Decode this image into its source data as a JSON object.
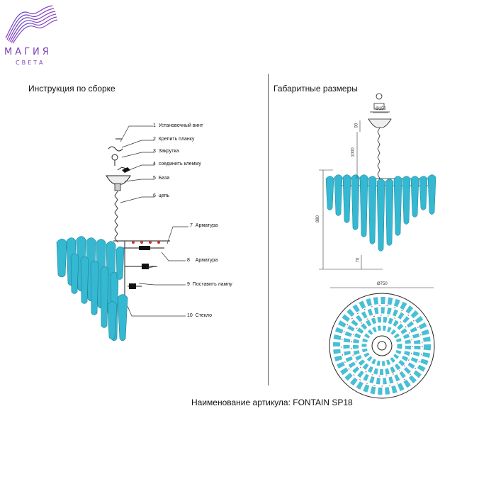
{
  "brand": {
    "name": "МАГИЯ",
    "tagline": "СВЕТА",
    "colors": {
      "primary": "#7d3fb5",
      "accent": "#d24ba8",
      "glass": "#35b8d1"
    }
  },
  "assembly": {
    "heading": "Инструкция по сборке",
    "callouts": [
      {
        "num": "1",
        "label": "Установочный винт"
      },
      {
        "num": "2",
        "label": "Крепить планку"
      },
      {
        "num": "3",
        "label": "Закрутка"
      },
      {
        "num": "4",
        "label": "соединить клемму"
      },
      {
        "num": "5",
        "label": "База"
      },
      {
        "num": "6",
        "label": "цепь"
      },
      {
        "num": "7",
        "label": "Арматура"
      },
      {
        "num": "8",
        "label": "Арматура"
      },
      {
        "num": "9",
        "label": "Поставить лампу"
      },
      {
        "num": "10",
        "label": "Стекло"
      }
    ]
  },
  "dimensions": {
    "heading": "Габаритные размеры",
    "labels": {
      "canopy_diameter": "Ø150",
      "canopy_height": "90",
      "chain_length": "1000",
      "total_height": "880",
      "bottom_offset": "70",
      "diameter": "Ø750"
    }
  },
  "caption": "Наименование артикула: FONTAIN SP18"
}
